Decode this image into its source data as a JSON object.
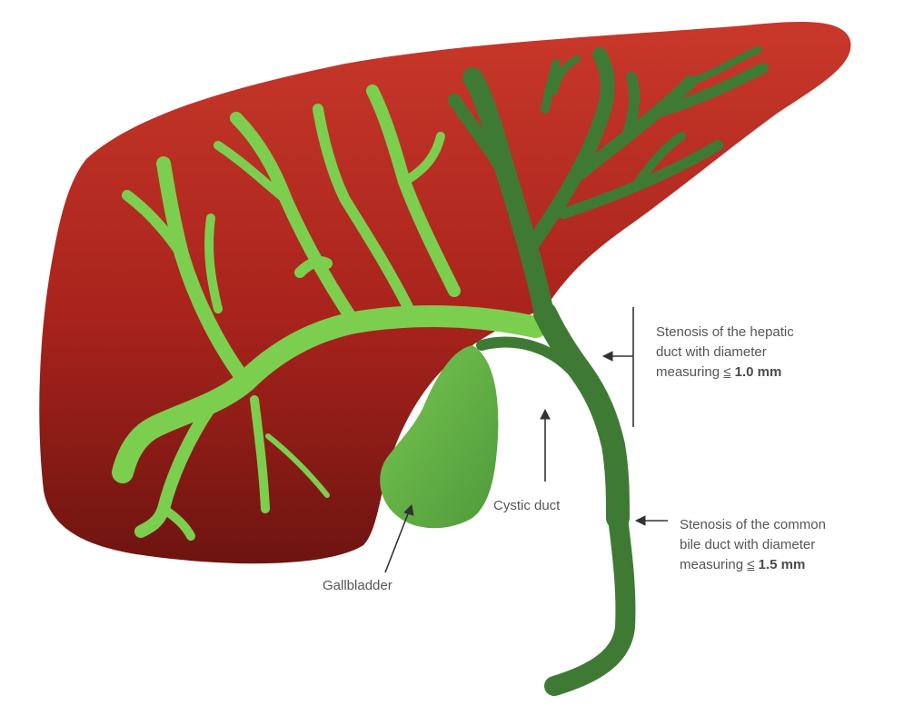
{
  "labels": {
    "hepatic_line1": "Stenosis of the hepatic",
    "hepatic_line2": "duct with diameter",
    "hepatic_line3_prefix": "measuring",
    "hepatic_line3_sym": "≤",
    "hepatic_line3_value": "1.0 mm",
    "common_line1": "Stenosis of the common",
    "common_line2": "bile duct with diameter",
    "common_line3_prefix": "measuring",
    "common_line3_sym": "≤",
    "common_line3_value": "1.5 mm",
    "cystic": "Cystic duct",
    "gallbladder": "Gallbladder"
  },
  "colors": {
    "liver_top": "#c8382a",
    "liver_bottom": "#7a1612",
    "duct_light": "#7ccf4e",
    "duct_dark": "#3f7a35",
    "gallbladder": "#6cb647",
    "label_text": "#555555",
    "arrow": "#333333"
  }
}
